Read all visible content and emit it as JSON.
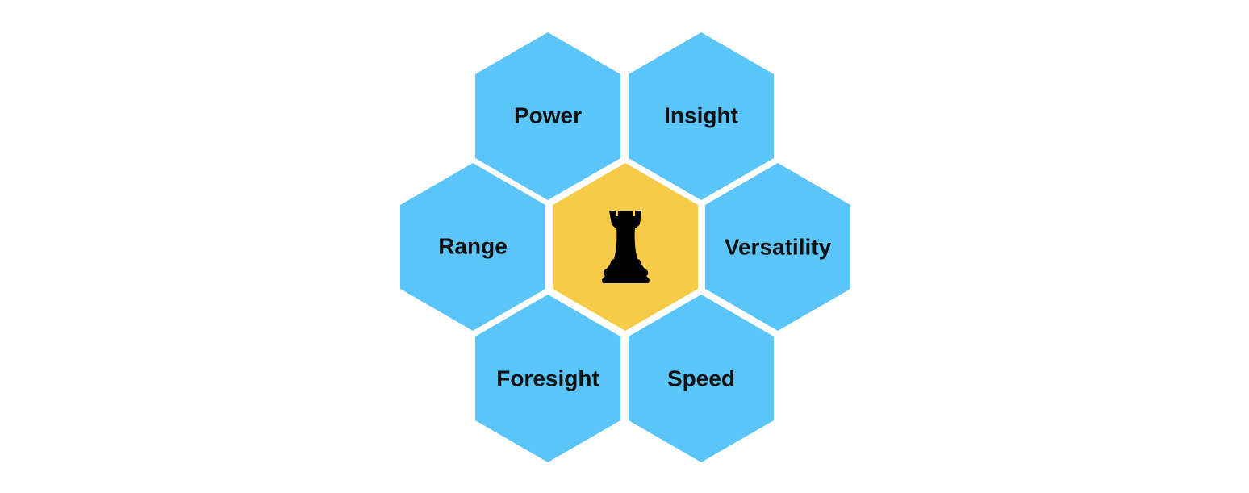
{
  "colors": {
    "outer_fill": "#5BC4F8",
    "center_fill": "#F6CB47",
    "icon_fill": "#000000",
    "label_fill": "#111111",
    "background": "#FFFFFF"
  },
  "center": {
    "icon": "chess-rook-icon"
  },
  "hexagons": [
    {
      "id": "power",
      "label": "Power"
    },
    {
      "id": "insight",
      "label": "Insight"
    },
    {
      "id": "range",
      "label": "Range"
    },
    {
      "id": "versatility",
      "label": "Versatility"
    },
    {
      "id": "foresight",
      "label": "Foresight"
    },
    {
      "id": "speed",
      "label": "Speed"
    }
  ]
}
